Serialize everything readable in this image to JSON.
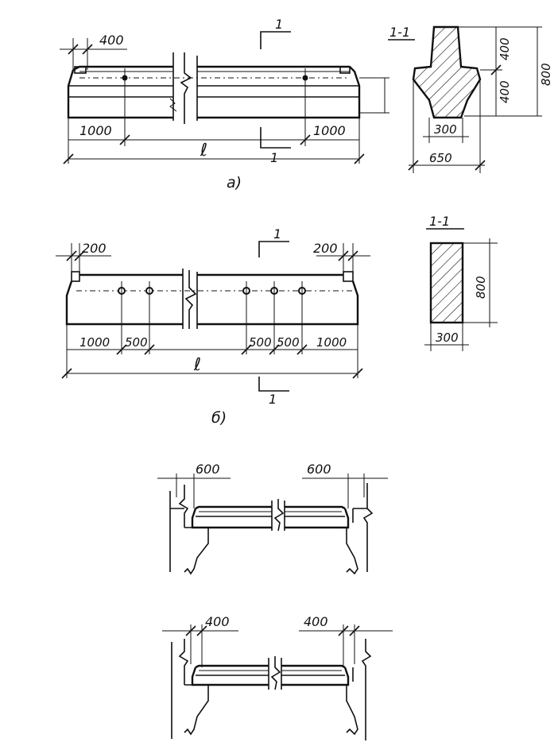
{
  "view_a": {
    "label": "а)",
    "dim_top_left": "400",
    "dim_bottom_left": "1000",
    "dim_bottom_right": "1000",
    "span_label": "ℓ",
    "cut_top": "1",
    "cut_bottom": "1"
  },
  "section_a": {
    "label": "1-1",
    "dim_upper": "400",
    "dim_lower": "400",
    "dim_total": "800",
    "dim_web": "300",
    "dim_base": "650"
  },
  "view_b": {
    "label": "б)",
    "dim_top_left": "200",
    "dim_top_right": "200",
    "dim_bottom": [
      "1000",
      "500",
      "500",
      "500",
      "1000"
    ],
    "span_label": "ℓ",
    "cut_top": "1",
    "cut_bottom": "1"
  },
  "section_b": {
    "label": "1-1",
    "dim_height": "800",
    "dim_width": "300"
  },
  "view_c": {
    "dim_left": "600",
    "dim_right": "600"
  },
  "view_d": {
    "dim_left": "400",
    "dim_right": "400"
  }
}
